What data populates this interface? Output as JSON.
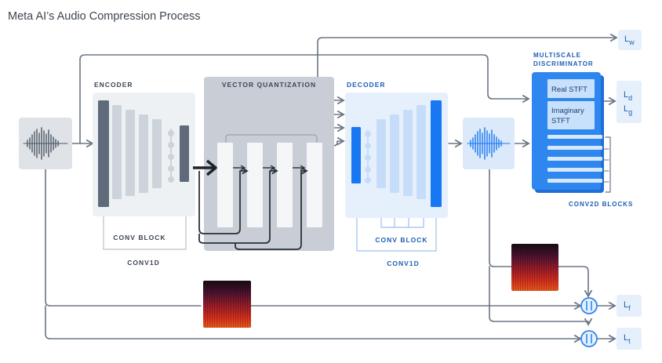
{
  "title": "Meta AI’s Audio Compression Process",
  "labels": {
    "encoder": "ENCODER",
    "vector_quantization": "VECTOR QUANTIZATION",
    "decoder": "DECODER",
    "multiscale_line1": "MULTISCALE",
    "multiscale_line2": "DISCRIMINATOR",
    "real_stft": "Real STFT",
    "imaginary_line1": "Imaginary",
    "imaginary_line2": "STFT",
    "conv2d_blocks": "CONV2D BLOCKS",
    "encoder_conv_block": "CONV BLOCK",
    "encoder_conv1d": "CONV1D",
    "decoder_conv_block": "CONV BLOCK",
    "decoder_conv1d": "CONV1D"
  },
  "losses": {
    "w": {
      "base": "L",
      "sub": "w"
    },
    "d": {
      "base": "L",
      "sub": "d"
    },
    "g": {
      "base": "L",
      "sub": "g"
    },
    "f": {
      "base": "L",
      "sub": "f"
    },
    "t": {
      "base": "L",
      "sub": "t"
    }
  },
  "colors": {
    "encoder_bg": "#eef1f4",
    "encoder_dark": "#5f6b7b",
    "encoder_light": "#cdd3db",
    "vq_bg": "#c9ced6",
    "vq_block": "#f4f6f8",
    "decoder_bg": "#e6f0fc",
    "decoder_dark": "#1877f2",
    "decoder_light": "#c6ddfa",
    "discriminator": "#2e87ef",
    "line": "#6b7684",
    "text_dark": "#3d4550",
    "text_blue": "#1a5fb4"
  },
  "icons": [
    "waveform-icon",
    "spectrogram-icon",
    "compare-icon"
  ]
}
